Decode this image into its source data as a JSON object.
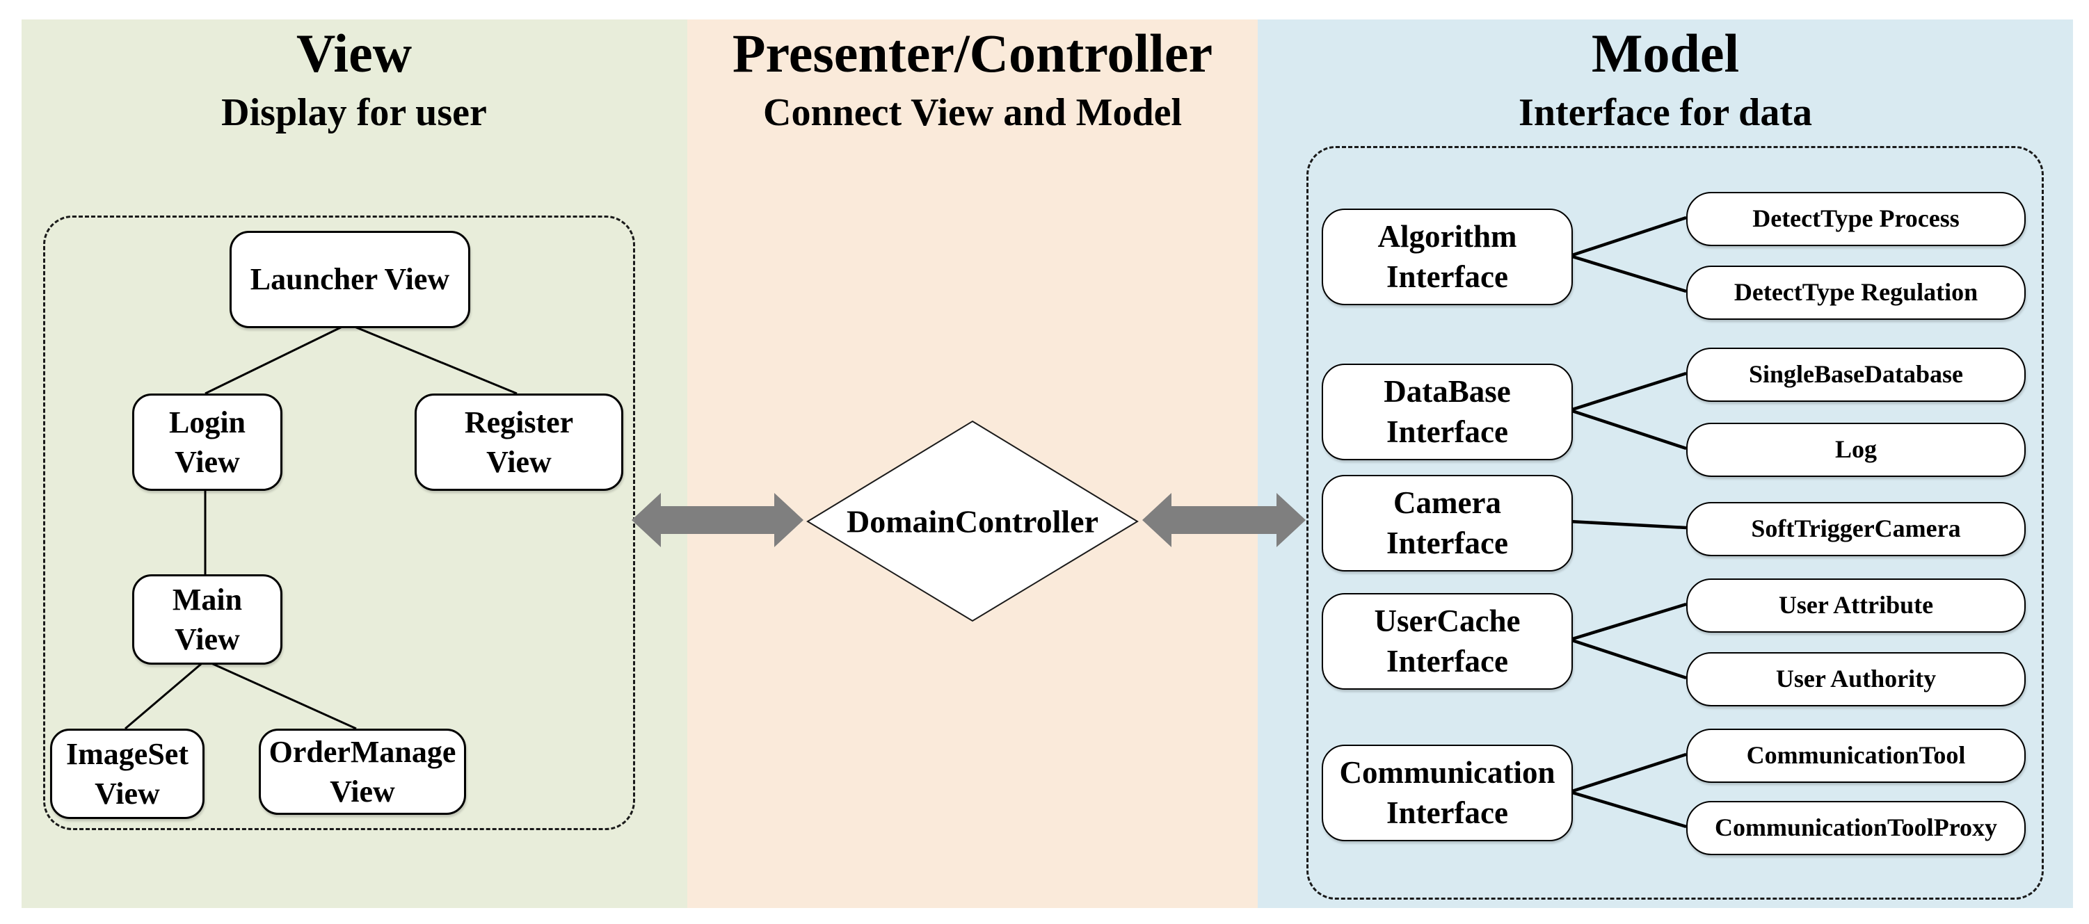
{
  "diagram": {
    "pattern": "MVP architecture",
    "columns": {
      "view": {
        "title": "View",
        "subtitle": "Display for user",
        "bg": "#E8EDDA"
      },
      "presenter": {
        "title": "Presenter/Controller",
        "subtitle": "Connect View and Model",
        "bg": "#FAEADA"
      },
      "model": {
        "title": "Model",
        "subtitle": "Interface for data",
        "bg": "#D9EAF1"
      }
    },
    "view": {
      "nodes": {
        "launcher": "Launcher View",
        "login": "Login View",
        "register": "Register View",
        "main": "Main View",
        "imageset": "ImageSet View",
        "ordermanage": "OrderManage View"
      },
      "edges": [
        [
          "Launcher View",
          "Login View"
        ],
        [
          "Launcher View",
          "Register View"
        ],
        [
          "Login View",
          "Main View"
        ],
        [
          "Main View",
          "ImageSet View"
        ],
        [
          "Main View",
          "OrderManage View"
        ]
      ]
    },
    "presenter": {
      "controller": "DomainController",
      "arrow_style": "double-headed"
    },
    "model": {
      "groups": [
        {
          "interface": "Algorithm Interface",
          "children": [
            "DetectType Process",
            "DetectType Regulation"
          ]
        },
        {
          "interface": "DataBase Interface",
          "children": [
            "SingleBaseDatabase",
            "Log"
          ]
        },
        {
          "interface": "Camera Interface",
          "children": [
            "SoftTriggerCamera"
          ]
        },
        {
          "interface": "UserCache Interface",
          "children": [
            "User Attribute",
            "User Authority"
          ]
        },
        {
          "interface": "Communication Interface",
          "children": [
            "CommunicationTool",
            "CommunicationToolProxy"
          ]
        }
      ]
    },
    "colors": {
      "view_bg": "#E8EDDA",
      "presenter_bg": "#FAEADA",
      "model_bg": "#D9EAF1",
      "arrow_gray": "#7F7F7F",
      "node_bg": "#FFFFFF",
      "line": "#000000",
      "text": "#000000"
    }
  }
}
